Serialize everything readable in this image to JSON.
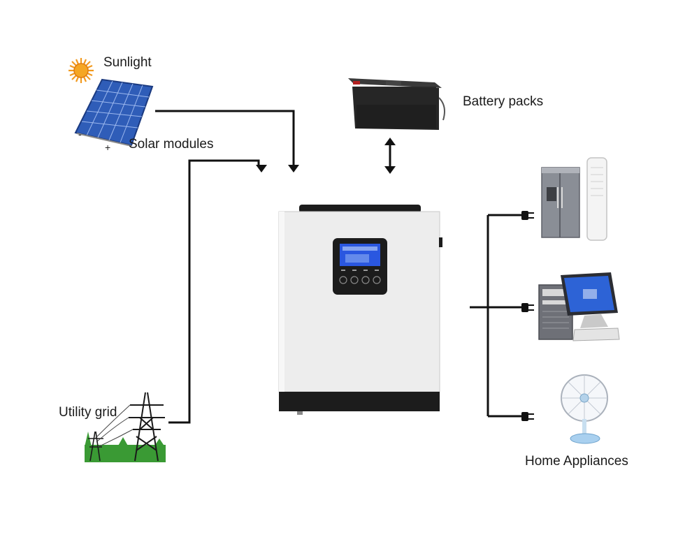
{
  "labels": {
    "sunlight": "Sunlight",
    "solar_modules": "Solar modules",
    "battery_packs": "Battery packs",
    "utility_grid": "Utility grid",
    "home_appliances": "Home Appliances"
  },
  "panel_terminals": {
    "negative": "-",
    "positive": "+"
  },
  "colors": {
    "line": "#111111",
    "sun": "#f29a1f",
    "solar_cell": "#2f5db8",
    "inverter_body": "#ededed",
    "inverter_dark": "#1c1c1c",
    "lcd": "#2a57e0",
    "grass": "#3a9a34",
    "monitor_screen": "#2d63d6"
  },
  "icons": [
    "sun-icon",
    "solar-panel-icon",
    "battery-icon",
    "inverter-icon",
    "transmission-tower-icon",
    "refrigerator-icon",
    "computer-icon",
    "fan-icon",
    "plug-icon"
  ]
}
